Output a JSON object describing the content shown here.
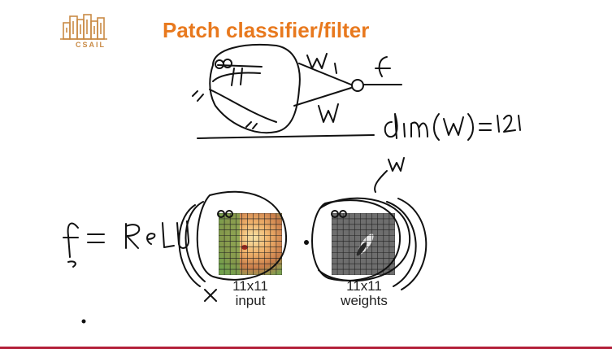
{
  "slide": {
    "title": "Patch classifier/filter",
    "logo_text": "CSAIL",
    "input_caption": {
      "size": "11x11",
      "label": "input"
    },
    "weights_caption": {
      "size": "11x11",
      "label": "weights"
    }
  },
  "colors": {
    "title": "#e8791e",
    "logo": "#c98a45",
    "ink": "#111111",
    "bottom_bar": "#b3203a"
  },
  "icons": [
    "csail-logo-icon"
  ]
}
